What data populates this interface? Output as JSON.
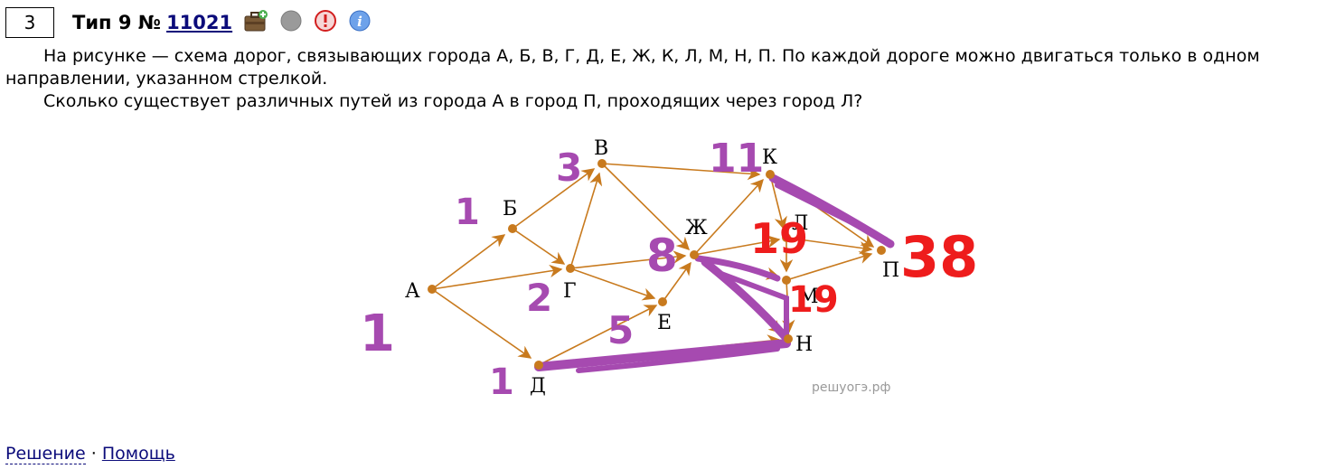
{
  "task": {
    "number": "3",
    "type_label": "Тип 9 №",
    "id": "11021"
  },
  "icons": [
    "briefcase-icon",
    "gray-circle-icon",
    "warning-icon",
    "info-icon"
  ],
  "problem": {
    "line1": "На рисунке — схема дорог, связывающих города А, Б, В, Г, Д, Е, Ж, К, Л, М, Н, П. По каждой дороге можно двигаться только в одном направлении, указанном стрелкой.",
    "line2": "Сколько существует различных путей из города А в город П, проходящих через город Л?"
  },
  "graph": {
    "nodes": {
      "A": "А",
      "B": "Б",
      "V": "В",
      "G": "Г",
      "D": "Д",
      "E": "Е",
      "ZH": "Ж",
      "K": "К",
      "L": "Л",
      "M": "М",
      "N": "Н",
      "P": "П"
    },
    "watermark": "решуогэ.рф",
    "annotations": {
      "a": "1",
      "b": "1",
      "v": "3",
      "g": "2",
      "d": "1",
      "e": "5",
      "zh": "8",
      "k": "11",
      "l": "19",
      "m": "19",
      "p": "38"
    },
    "colors": {
      "edge": "#c87a1e",
      "purple": "#a64ab0",
      "red": "#ee1c1c"
    }
  },
  "footer": {
    "solution": "Решение",
    "separator": "·",
    "help": "Помощь"
  }
}
